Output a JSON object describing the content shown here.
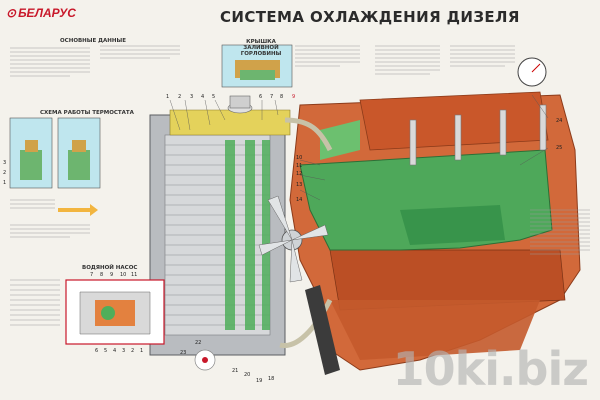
{
  "header": {
    "brand": "БЕЛАРУС",
    "title": "СИСТЕМА ОХЛАЖДЕНИЯ ДИЗЕЛЯ"
  },
  "sections": {
    "main_data": "ОСНОВНЫЕ ДАННЫЕ",
    "thermostat": "СХЕМА РАБОТЫ ТЕРМОСТАТА",
    "water_pump": "ВОДЯНОЙ НАСОС",
    "filler_cap": "КРЫШКА ЗАЛИВНОЙ ГОРЛОВИНЫ"
  },
  "callouts": {
    "top": [
      "1",
      "2",
      "3",
      "4",
      "5",
      "6",
      "7",
      "8",
      "9"
    ],
    "middle": [
      "10",
      "11",
      "12",
      "13",
      "14"
    ],
    "right": [
      "24",
      "25"
    ],
    "bottom": [
      "22",
      "23",
      "21",
      "20",
      "19",
      "18"
    ],
    "pump_numbers": [
      "7",
      "8",
      "9",
      "10",
      "11"
    ],
    "pump_bottom": [
      "6",
      "5",
      "4",
      "3",
      "2",
      "1"
    ],
    "thermo": [
      "3",
      "2",
      "1"
    ]
  },
  "watermark": "10ki.biz"
}
